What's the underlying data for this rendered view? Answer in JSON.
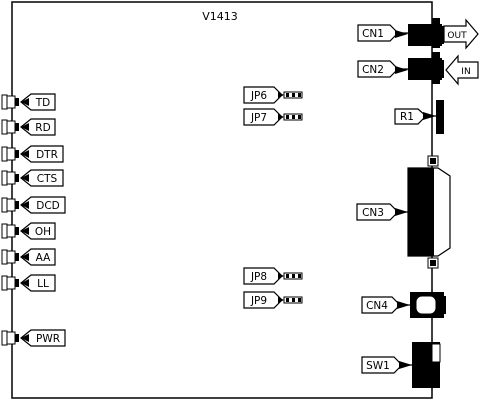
{
  "board": {
    "title": "V1413"
  },
  "leds": [
    {
      "label": "TD"
    },
    {
      "label": "RD"
    },
    {
      "label": "DTR"
    },
    {
      "label": "CTS"
    },
    {
      "label": "DCD"
    },
    {
      "label": "OH"
    },
    {
      "label": "AA"
    },
    {
      "label": "LL"
    },
    {
      "label": "PWR"
    }
  ],
  "jumpers": [
    {
      "label": "JP6"
    },
    {
      "label": "JP7"
    },
    {
      "label": "JP8"
    },
    {
      "label": "JP9"
    }
  ],
  "components": {
    "cn1": "CN1",
    "cn2": "CN2",
    "r1": "R1",
    "cn3": "CN3",
    "cn4": "CN4",
    "sw1": "SW1",
    "out_arrow": "OUT",
    "in_arrow": "IN"
  }
}
